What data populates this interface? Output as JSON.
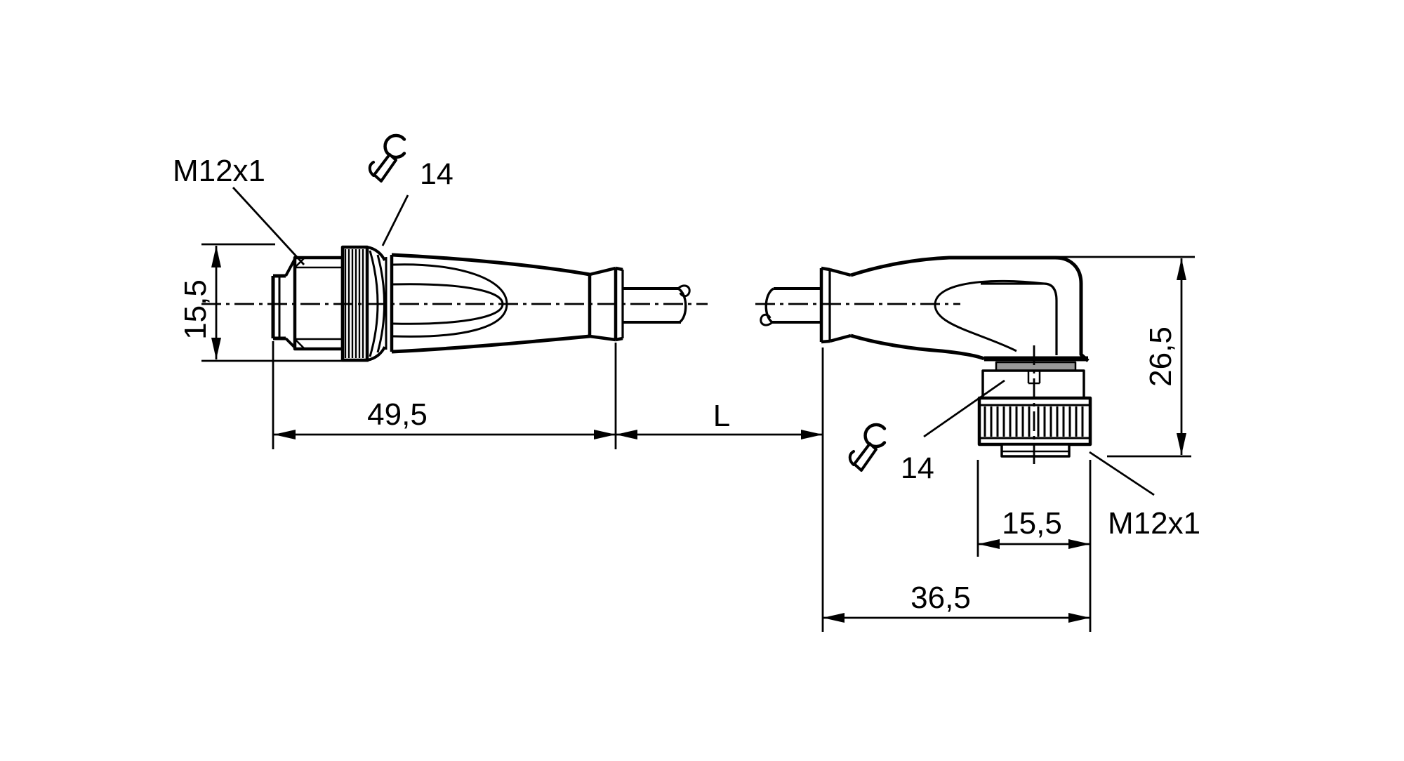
{
  "drawing": {
    "title": "M12 connector cable dimensional drawing",
    "colors": {
      "line": "#000000",
      "background": "#ffffff",
      "washer_gray": "#999999"
    },
    "left_connector": {
      "type": "straight male connector",
      "thread_label": "M12x1",
      "wrench_size": "14"
    },
    "right_connector": {
      "type": "angled female connector",
      "thread_label": "M12x1",
      "wrench_size": "14"
    },
    "dimensions": {
      "left_diameter": "15,5",
      "left_body_length": "49,5",
      "cable_length": "L",
      "right_nut_width": "15,5",
      "right_body_length": "36,5",
      "right_height": "26,5"
    }
  }
}
